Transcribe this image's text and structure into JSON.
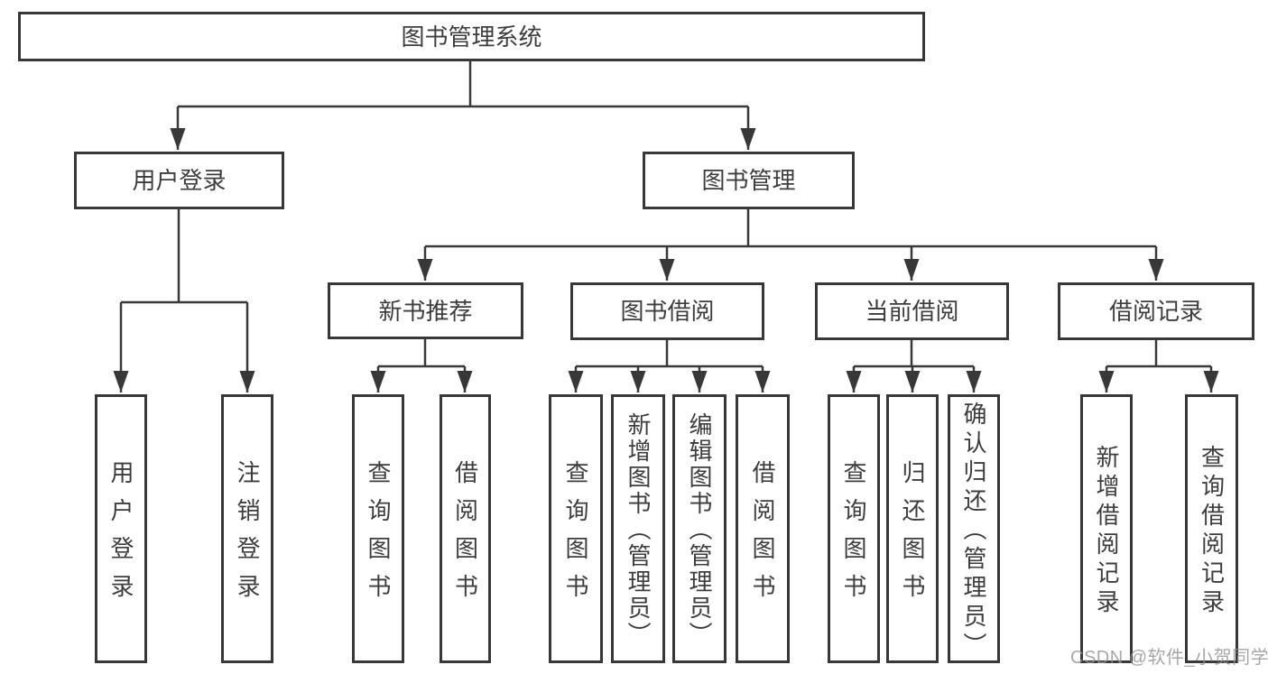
{
  "diagram": {
    "type": "hierarchy",
    "title": "图书管理系统"
  },
  "hierarchy": {
    "label": "图书管理系统",
    "children": [
      {
        "label": "用户登录",
        "children": [
          {
            "label": "用户登录"
          },
          {
            "label": "注销登录"
          }
        ]
      },
      {
        "label": "图书管理",
        "children": [
          {
            "label": "新书推荐",
            "children": [
              {
                "label": "查询图书"
              },
              {
                "label": "借阅图书"
              }
            ]
          },
          {
            "label": "图书借阅",
            "children": [
              {
                "label": "查询图书"
              },
              {
                "label": "新增图书（管理员）"
              },
              {
                "label": "编辑图书（管理员）"
              },
              {
                "label": "借阅图书"
              }
            ]
          },
          {
            "label": "当前借阅",
            "children": [
              {
                "label": "查询图书"
              },
              {
                "label": "归还图书"
              },
              {
                "label": "确认归还（管理员）"
              }
            ]
          },
          {
            "label": "借阅记录",
            "children": [
              {
                "label": "新增借阅记录"
              },
              {
                "label": "查询借阅记录"
              }
            ]
          }
        ]
      }
    ]
  },
  "watermark": {
    "text": "CSDN @软件_小贺同学",
    "color": "#9e9e9e"
  },
  "colors": {
    "background": "#ffffff",
    "box_border": "#383838",
    "text": "#3d3d3d",
    "connector": "#383838"
  }
}
